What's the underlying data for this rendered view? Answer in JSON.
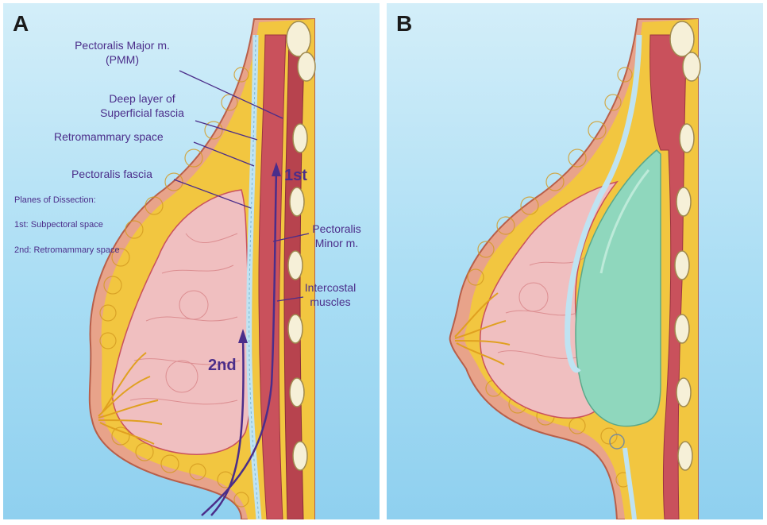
{
  "panel_a": {
    "letter": "A",
    "labels": {
      "pmm_line1": "Pectoralis Major m.",
      "pmm_line2": "(PMM)",
      "deep_line1": "Deep layer of",
      "deep_line2": "Superficial fascia",
      "retromammary": "Retromammary space",
      "pect_fascia": "Pectoralis fascia",
      "pect_minor_line1": "Pectoralis",
      "pect_minor_line2": "Minor m.",
      "intercostal_line1": "Intercostal",
      "intercostal_line2": "muscles"
    },
    "planes": {
      "title": "Planes of Dissection:",
      "first": "1st: Subpectoral space",
      "second": "2nd: Retromammary space"
    },
    "arrows": {
      "first": "1st",
      "second": "2nd"
    }
  },
  "panel_b": {
    "letter": "B"
  },
  "colors": {
    "label_text": "#4b2d8a",
    "skin": "#e8a38a",
    "fat": "#f2c640",
    "gland": "#f0bfc0",
    "muscle": "#c9515c",
    "implant": "#8fd7bd",
    "fascia": "#bfe3f2",
    "ducts": "#e0a020"
  }
}
